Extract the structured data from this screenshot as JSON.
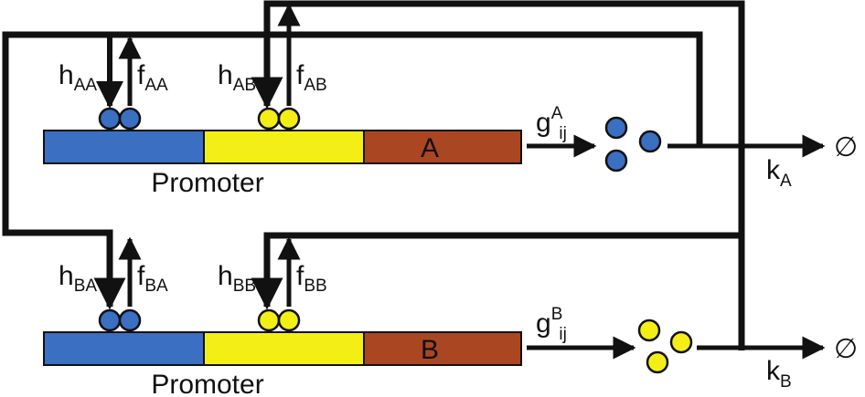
{
  "colors": {
    "blue": "#3a6fc2",
    "yellow": "#f3ee16",
    "brown": "#ab4622",
    "line": "#111111",
    "background": "#ffffff"
  },
  "gene_a": {
    "promoter_label": "Promoter",
    "gene_label": "A",
    "h_aa": {
      "main": "h",
      "sub": "AA"
    },
    "f_aa": {
      "main": "f",
      "sub": "AA"
    },
    "h_ab": {
      "main": "h",
      "sub": "AB"
    },
    "f_ab": {
      "main": "f",
      "sub": "AB"
    },
    "g": {
      "main": "g",
      "sup": "A",
      "sub": "ij"
    },
    "k": {
      "main": "k",
      "sub": "A"
    },
    "empty_set": "∅"
  },
  "gene_b": {
    "promoter_label": "Promoter",
    "gene_label": "B",
    "h_ba": {
      "main": "h",
      "sub": "BA"
    },
    "f_ba": {
      "main": "f",
      "sub": "BA"
    },
    "h_bb": {
      "main": "h",
      "sub": "BB"
    },
    "f_bb": {
      "main": "f",
      "sub": "BB"
    },
    "g": {
      "main": "g",
      "sup": "B",
      "sub": "ij"
    },
    "k": {
      "main": "k",
      "sub": "B"
    },
    "empty_set": "∅"
  }
}
